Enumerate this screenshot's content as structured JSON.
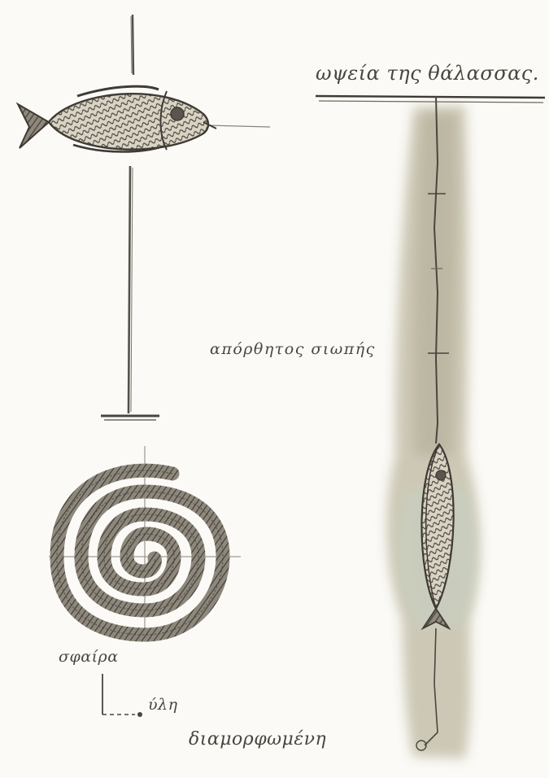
{
  "labels": {
    "sea_surface": "ωψεία της θάλασσας.",
    "depth": "απόρθητος σιωπής",
    "sphere": "σφαίρα",
    "matter": "ύλη",
    "shaped": "διαμορφωμένη"
  },
  "colors": {
    "paper": "#fbfaf6",
    "ink": "#4a453f",
    "wash": "#cfcab6"
  }
}
